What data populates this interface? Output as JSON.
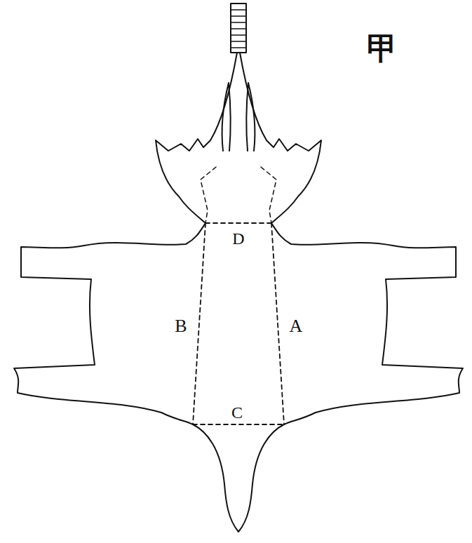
{
  "diagram": {
    "labels": [
      "甲",
      "D",
      "B",
      "A",
      "C"
    ]
  }
}
